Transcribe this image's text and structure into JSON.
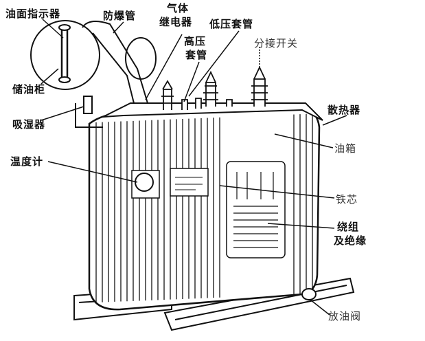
{
  "labels": {
    "oil_level_indicator": "油面指示器",
    "explosion_vent": "防爆管",
    "gas_relay_1": "气体",
    "gas_relay_2": "继电器",
    "lv_bushing": "低压套管",
    "hv_bushing_1": "高压",
    "hv_bushing_2": "套管",
    "tap_changer": "分接开关",
    "conservator": "储油柜",
    "breather": "吸湿器",
    "radiator": "散热器",
    "oil_tank": "油箱",
    "thermometer": "温度计",
    "iron_core": "铁芯",
    "winding_1": "绕组",
    "winding_2": "及绝缘",
    "drain_valve": "放油阀"
  }
}
